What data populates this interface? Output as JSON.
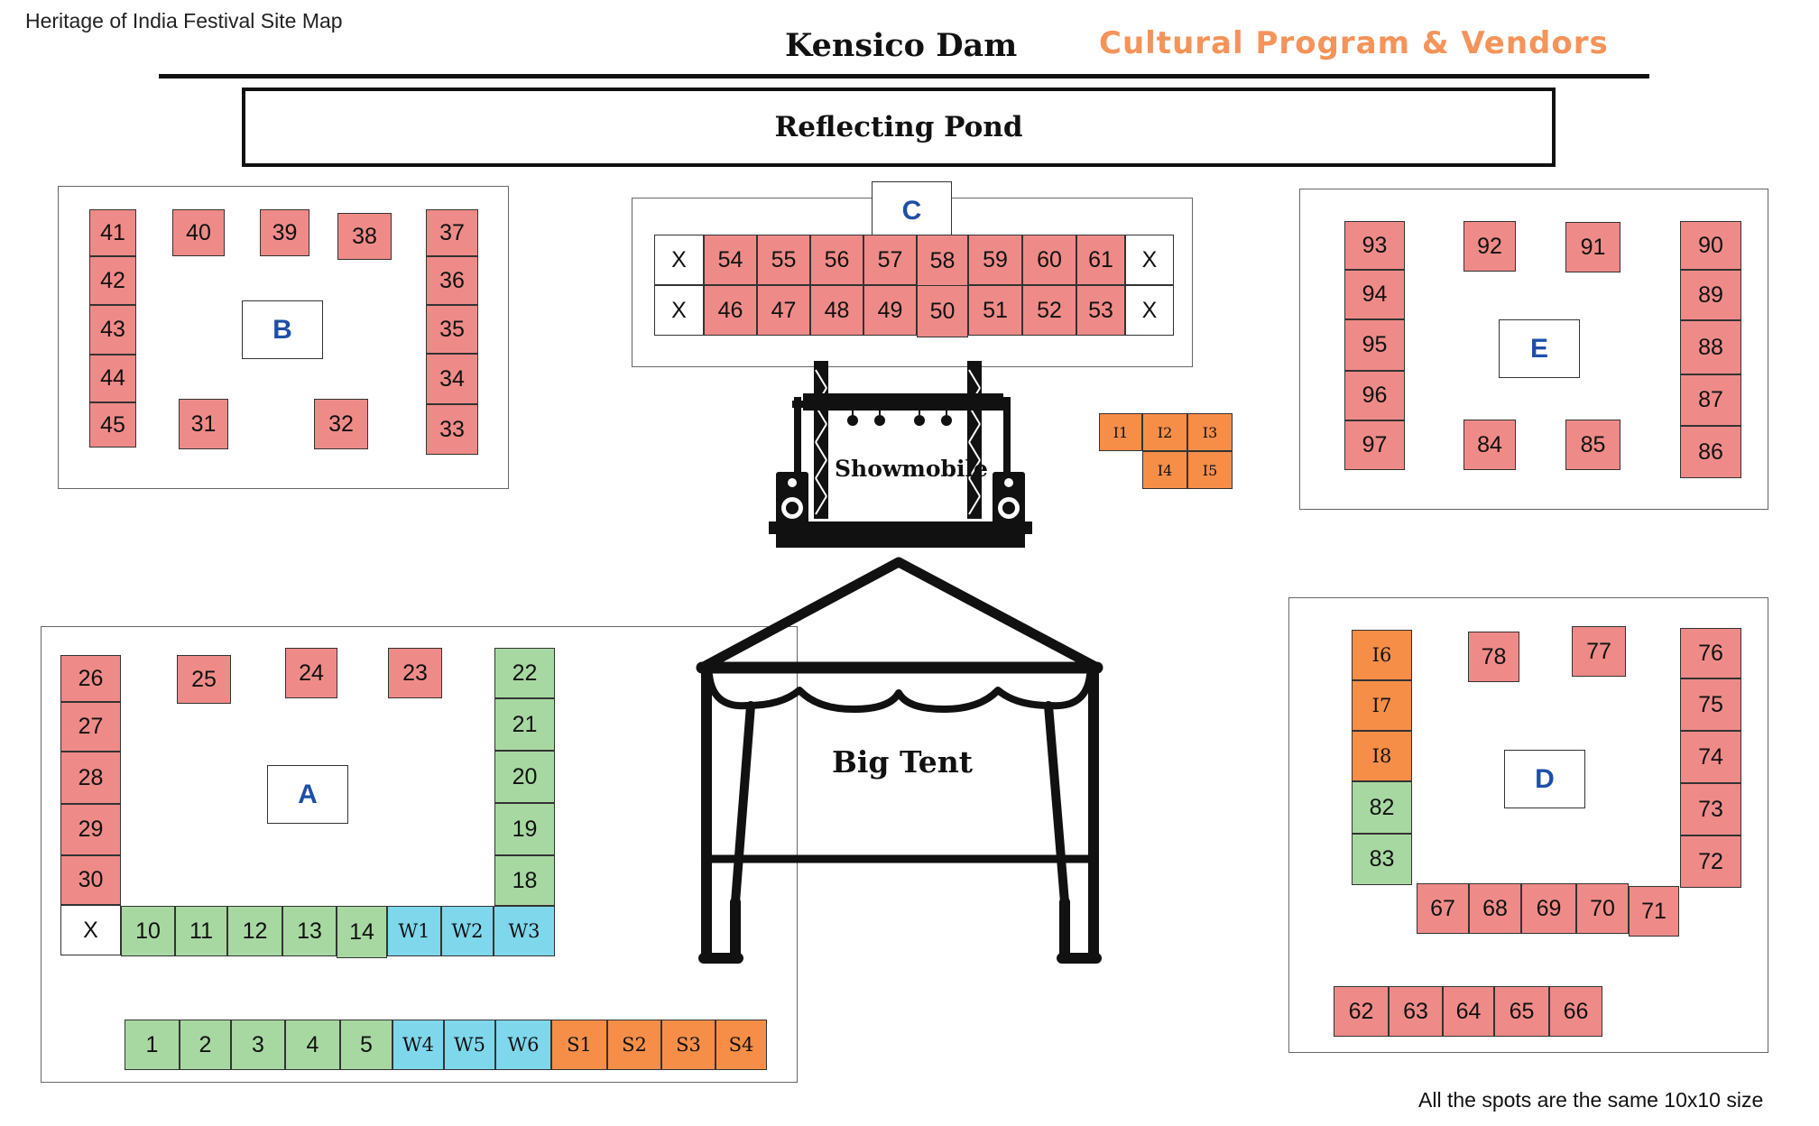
{
  "header": {
    "corner_title": "Heritage of India Festival Site Map",
    "title": "Kensico Dam",
    "subtitle": "Cultural Program & Vendors"
  },
  "landmarks": {
    "pond": "Reflecting Pond",
    "stage": "Showmobile",
    "tent": "Big Tent"
  },
  "zones": {
    "A": "A",
    "B": "B",
    "C": "C",
    "D": "D",
    "E": "E"
  },
  "footnote": "All the spots are the same 10x10 size",
  "legend_colors": {
    "red": "#ee8b88",
    "green": "#a8d8a2",
    "blue": "#7fd7ec",
    "orange": "#f68e48",
    "white": "#ffffff",
    "zone_label": "#1e4fa8",
    "subtitle": "#f4935a"
  },
  "booths": [
    {
      "id": "b41",
      "label": "41"
    },
    {
      "id": "b40",
      "label": "40"
    },
    {
      "id": "b39",
      "label": "39"
    },
    {
      "id": "b38",
      "label": "38"
    },
    {
      "id": "b37",
      "label": "37"
    },
    {
      "id": "b42",
      "label": "42"
    },
    {
      "id": "b36",
      "label": "36"
    },
    {
      "id": "b43",
      "label": "43"
    },
    {
      "id": "b35",
      "label": "35"
    },
    {
      "id": "b44",
      "label": "44"
    },
    {
      "id": "b34",
      "label": "34"
    },
    {
      "id": "b45",
      "label": "45"
    },
    {
      "id": "b31",
      "label": "31"
    },
    {
      "id": "b32",
      "label": "32"
    },
    {
      "id": "b33",
      "label": "33"
    },
    {
      "id": "cx1",
      "label": "X"
    },
    {
      "id": "b54",
      "label": "54"
    },
    {
      "id": "b55",
      "label": "55"
    },
    {
      "id": "b56",
      "label": "56"
    },
    {
      "id": "b57",
      "label": "57"
    },
    {
      "id": "b58",
      "label": "58"
    },
    {
      "id": "b59",
      "label": "59"
    },
    {
      "id": "b60",
      "label": "60"
    },
    {
      "id": "b61",
      "label": "61"
    },
    {
      "id": "cx2",
      "label": "X"
    },
    {
      "id": "cx3",
      "label": "X"
    },
    {
      "id": "b46",
      "label": "46"
    },
    {
      "id": "b47",
      "label": "47"
    },
    {
      "id": "b48",
      "label": "48"
    },
    {
      "id": "b49",
      "label": "49"
    },
    {
      "id": "b50",
      "label": "50"
    },
    {
      "id": "b51",
      "label": "51"
    },
    {
      "id": "b52",
      "label": "52"
    },
    {
      "id": "b53",
      "label": "53"
    },
    {
      "id": "cx4",
      "label": "X"
    },
    {
      "id": "i1",
      "label": "I1"
    },
    {
      "id": "i2",
      "label": "I2"
    },
    {
      "id": "i3",
      "label": "I3"
    },
    {
      "id": "i4",
      "label": "I4"
    },
    {
      "id": "i5",
      "label": "I5"
    },
    {
      "id": "b93",
      "label": "93"
    },
    {
      "id": "b92",
      "label": "92"
    },
    {
      "id": "b91",
      "label": "91"
    },
    {
      "id": "b90",
      "label": "90"
    },
    {
      "id": "b94",
      "label": "94"
    },
    {
      "id": "b89",
      "label": "89"
    },
    {
      "id": "b95",
      "label": "95"
    },
    {
      "id": "b88",
      "label": "88"
    },
    {
      "id": "b96",
      "label": "96"
    },
    {
      "id": "b87",
      "label": "87"
    },
    {
      "id": "b97",
      "label": "97"
    },
    {
      "id": "b84",
      "label": "84"
    },
    {
      "id": "b85",
      "label": "85"
    },
    {
      "id": "b86",
      "label": "86"
    },
    {
      "id": "b26",
      "label": "26"
    },
    {
      "id": "b25",
      "label": "25"
    },
    {
      "id": "b24",
      "label": "24"
    },
    {
      "id": "b23",
      "label": "23"
    },
    {
      "id": "b22",
      "label": "22"
    },
    {
      "id": "b27",
      "label": "27"
    },
    {
      "id": "b21",
      "label": "21"
    },
    {
      "id": "b28",
      "label": "28"
    },
    {
      "id": "b20",
      "label": "20"
    },
    {
      "id": "b29",
      "label": "29"
    },
    {
      "id": "b19",
      "label": "19"
    },
    {
      "id": "b30",
      "label": "30"
    },
    {
      "id": "b18",
      "label": "18"
    },
    {
      "id": "ax1",
      "label": "X"
    },
    {
      "id": "b10",
      "label": "10"
    },
    {
      "id": "b11",
      "label": "11"
    },
    {
      "id": "b12",
      "label": "12"
    },
    {
      "id": "b13",
      "label": "13"
    },
    {
      "id": "b14",
      "label": "14"
    },
    {
      "id": "w1",
      "label": "W1"
    },
    {
      "id": "w2",
      "label": "W2"
    },
    {
      "id": "w3",
      "label": "W3"
    },
    {
      "id": "b1",
      "label": "1"
    },
    {
      "id": "b2",
      "label": "2"
    },
    {
      "id": "b3",
      "label": "3"
    },
    {
      "id": "b4",
      "label": "4"
    },
    {
      "id": "b5",
      "label": "5"
    },
    {
      "id": "w4",
      "label": "W4"
    },
    {
      "id": "w5",
      "label": "W5"
    },
    {
      "id": "w6",
      "label": "W6"
    },
    {
      "id": "s1",
      "label": "S1"
    },
    {
      "id": "s2",
      "label": "S2"
    },
    {
      "id": "s3",
      "label": "S3"
    },
    {
      "id": "s4",
      "label": "S4"
    },
    {
      "id": "i6",
      "label": "I6"
    },
    {
      "id": "b78",
      "label": "78"
    },
    {
      "id": "b77",
      "label": "77"
    },
    {
      "id": "b76",
      "label": "76"
    },
    {
      "id": "i7",
      "label": "I7"
    },
    {
      "id": "b75",
      "label": "75"
    },
    {
      "id": "i8",
      "label": "I8"
    },
    {
      "id": "b74",
      "label": "74"
    },
    {
      "id": "b82",
      "label": "82"
    },
    {
      "id": "b73",
      "label": "73"
    },
    {
      "id": "b83",
      "label": "83"
    },
    {
      "id": "b72",
      "label": "72"
    },
    {
      "id": "b67",
      "label": "67"
    },
    {
      "id": "b68",
      "label": "68"
    },
    {
      "id": "b69",
      "label": "69"
    },
    {
      "id": "b70",
      "label": "70"
    },
    {
      "id": "b71",
      "label": "71"
    },
    {
      "id": "b62",
      "label": "62"
    },
    {
      "id": "b63",
      "label": "63"
    },
    {
      "id": "b64",
      "label": "64"
    },
    {
      "id": "b65",
      "label": "65"
    },
    {
      "id": "b66",
      "label": "66"
    }
  ]
}
